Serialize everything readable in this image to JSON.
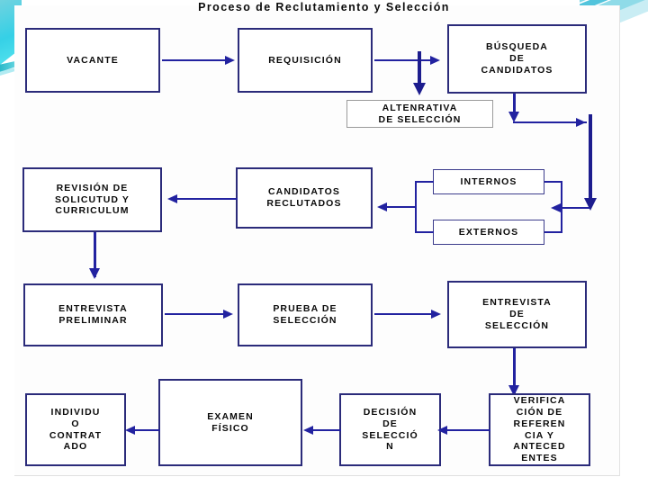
{
  "slide": {
    "title": "Proceso de Reclutamiento y Selección",
    "accent_color": "#2222a0",
    "box_border_color": "#2b2b7a",
    "deco_color": "#52c4dc",
    "background": "#ffffff"
  },
  "nodes": {
    "vacante": "VACANTE",
    "requisicion": "REQUISICIÓN",
    "busqueda": "BÚSQUEDA\nDE\nCANDIDATOS",
    "alternativa": "ALTENRATIVA\nDE SELECCIÓN",
    "internos": "INTERNOS",
    "externos": "EXTERNOS",
    "candidatos_reclutados": "CANDIDATOS\nRECLUTADOS",
    "revision": "REVISIÓN DE\nSOLICUTUD Y\nCURRICULUM",
    "entrevista_preliminar": "ENTREVISTA\nPRELIMINAR",
    "prueba_seleccion": "PRUEBA DE\nSELECCIÓN",
    "entrevista_seleccion": "ENTREVISTA\nDE\nSELECCIÓN",
    "verificacion": "VERIFICA\nCIÓN DE\nREFEREN\nCIA Y\nANTECED\nENTES",
    "decision": "DECISIÓN\nDE\nSELECCIÓ\nN",
    "examen_fisico": "EXAMEN\nFÍSICO",
    "individuo_contratado": "INDIVIDU\nO\nCONTRAT\nADO"
  },
  "chart_data": {
    "type": "diagram",
    "title": "Proceso de Reclutamiento y Selección",
    "nodes": [
      {
        "id": "vacante",
        "label": "VACANTE",
        "row": 1
      },
      {
        "id": "requisicion",
        "label": "REQUISICIÓN",
        "row": 1
      },
      {
        "id": "busqueda",
        "label": "BÚSQUEDA DE CANDIDATOS",
        "row": 1
      },
      {
        "id": "alternativa",
        "label": "ALTENRATIVA DE SELECCIÓN",
        "row": 1
      },
      {
        "id": "internos",
        "label": "INTERNOS",
        "row": 2
      },
      {
        "id": "externos",
        "label": "EXTERNOS",
        "row": 2
      },
      {
        "id": "candidatos_reclutados",
        "label": "CANDIDATOS RECLUTADOS",
        "row": 2
      },
      {
        "id": "revision",
        "label": "REVISIÓN DE SOLICUTUD Y CURRICULUM",
        "row": 2
      },
      {
        "id": "entrevista_preliminar",
        "label": "ENTREVISTA PRELIMINAR",
        "row": 3
      },
      {
        "id": "prueba_seleccion",
        "label": "PRUEBA DE SELECCIÓN",
        "row": 3
      },
      {
        "id": "entrevista_seleccion",
        "label": "ENTREVISTA DE SELECCIÓN",
        "row": 3
      },
      {
        "id": "verificacion",
        "label": "VERIFICACIÓN DE REFERENCIA Y ANTECEDENTES",
        "row": 4
      },
      {
        "id": "decision",
        "label": "DECISIÓN DE SELECCIÓN",
        "row": 4
      },
      {
        "id": "examen_fisico",
        "label": "EXAMEN FÍSICO",
        "row": 4
      },
      {
        "id": "individuo_contratado",
        "label": "INDIVIDUO CONTRATADO",
        "row": 4
      }
    ],
    "edges": [
      {
        "from": "vacante",
        "to": "requisicion",
        "dir": "right"
      },
      {
        "from": "requisicion",
        "to": "busqueda",
        "dir": "right"
      },
      {
        "from": "requisicion",
        "to": "alternativa",
        "dir": "down"
      },
      {
        "from": "busqueda",
        "to": "fuentes_bus",
        "dir": "down-right"
      },
      {
        "from": "internos",
        "to": "candidatos_reclutados",
        "dir": "left"
      },
      {
        "from": "externos",
        "to": "candidatos_reclutados",
        "dir": "left"
      },
      {
        "from": "candidatos_reclutados",
        "to": "revision",
        "dir": "left"
      },
      {
        "from": "revision",
        "to": "entrevista_preliminar",
        "dir": "down"
      },
      {
        "from": "entrevista_preliminar",
        "to": "prueba_seleccion",
        "dir": "right"
      },
      {
        "from": "prueba_seleccion",
        "to": "entrevista_seleccion",
        "dir": "right"
      },
      {
        "from": "entrevista_seleccion",
        "to": "verificacion",
        "dir": "down"
      },
      {
        "from": "verificacion",
        "to": "decision",
        "dir": "left"
      },
      {
        "from": "decision",
        "to": "examen_fisico",
        "dir": "left"
      },
      {
        "from": "examen_fisico",
        "to": "individuo_contratado",
        "dir": "left"
      }
    ]
  }
}
